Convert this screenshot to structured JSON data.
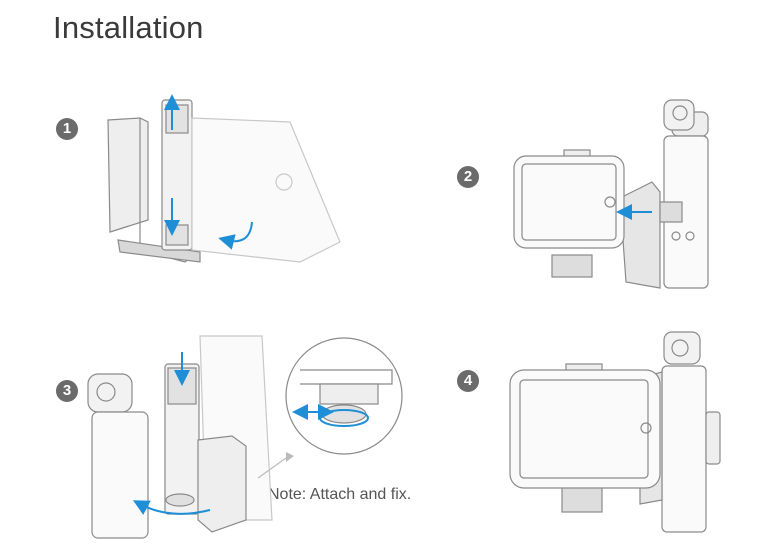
{
  "title": "Installation",
  "steps": [
    {
      "number": "1"
    },
    {
      "number": "2"
    },
    {
      "number": "3"
    },
    {
      "number": "4"
    }
  ],
  "note": "Note: Attach and fix.",
  "colors": {
    "text": "#3a3a3a",
    "badge": "#6b6b6b",
    "arrow": "#1e8fd6",
    "line": "#8a8a8a"
  }
}
